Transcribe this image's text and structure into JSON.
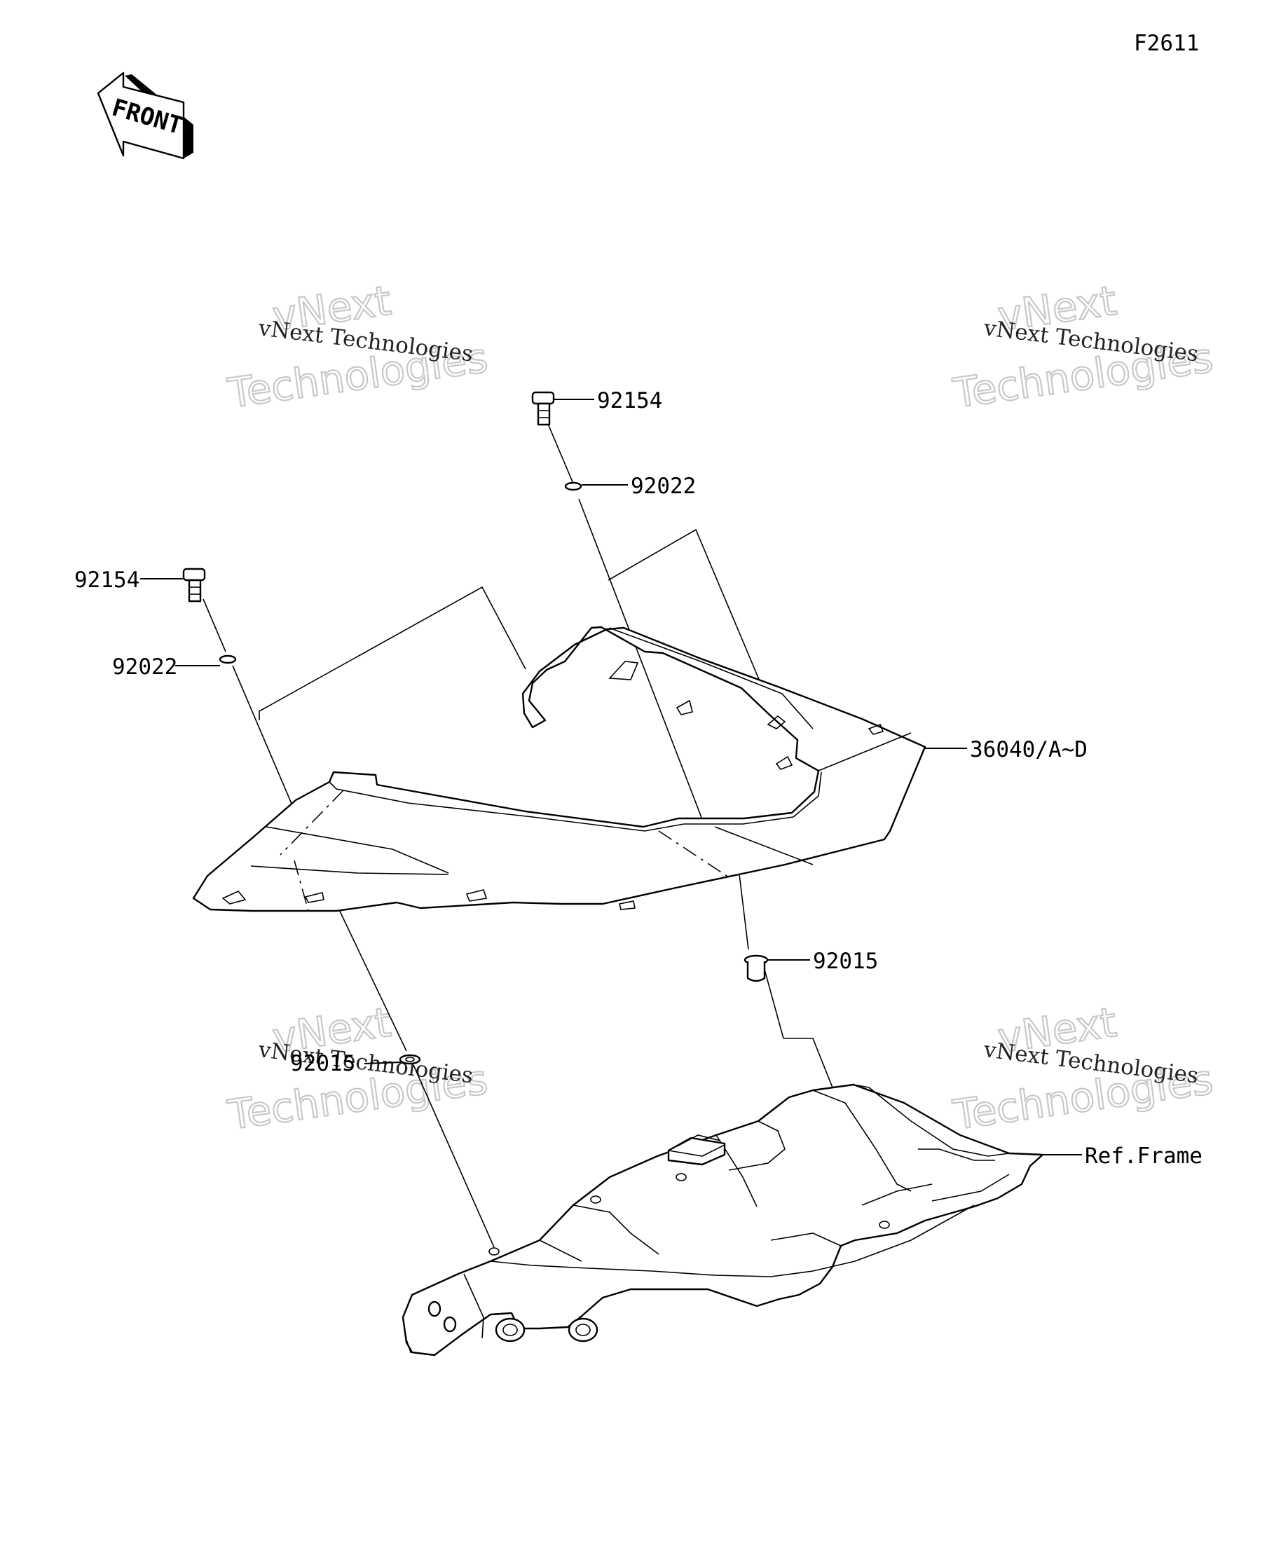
{
  "diagram": {
    "figure_code": "F2611",
    "front_label": "FRONT",
    "callouts": [
      {
        "id": "bolt-top",
        "text": "92154"
      },
      {
        "id": "washer-top",
        "text": "92022"
      },
      {
        "id": "bolt-left",
        "text": "92154"
      },
      {
        "id": "washer-left",
        "text": "92022"
      },
      {
        "id": "cover",
        "text": "36040/A~D"
      },
      {
        "id": "collar-right",
        "text": "92015"
      },
      {
        "id": "collar-left",
        "text": "92015"
      },
      {
        "id": "frame",
        "text": "Ref.Frame"
      }
    ],
    "watermark": {
      "line_small": "vNext Technologies",
      "line_big_1": "vNext",
      "line_big_2": "Technologies"
    }
  }
}
